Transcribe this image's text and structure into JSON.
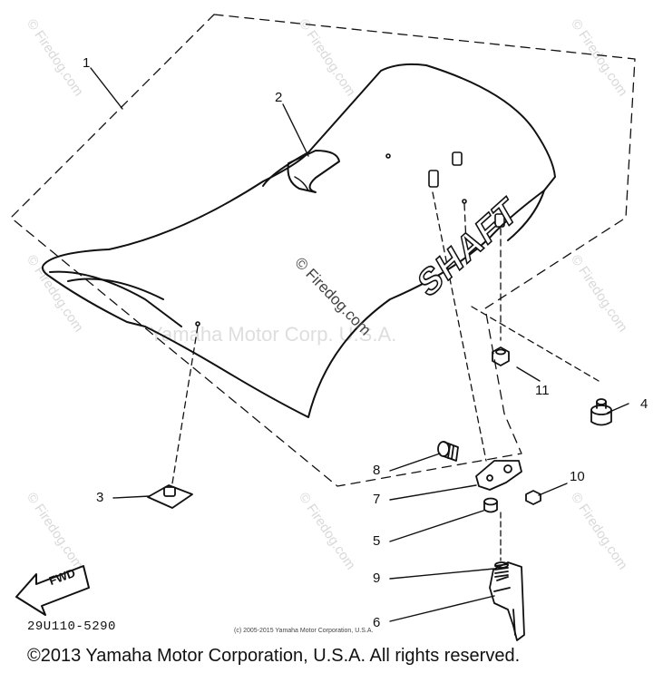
{
  "diagram": {
    "callouts": {
      "c1": "1",
      "c2": "2",
      "c3": "3",
      "c4": "4",
      "c5": "5",
      "c6": "6",
      "c7": "7",
      "c8": "8",
      "c9": "9",
      "c10": "10",
      "c11": "11"
    },
    "seat_text": "SHAFT",
    "fwd_label": "FWD",
    "part_code": "29U110-5290",
    "center_watermark": "© Firedog.com",
    "watermark_banner": "Yamaha Motor Corp. U.S.A.",
    "watermark_small": "© Firedog.com",
    "small_copyright": "(c) 2005-2015 Yamaha Motor Corporation, U.S.A.",
    "copyright": "©2013 Yamaha Motor Corporation, U.S.A. All rights reserved."
  }
}
